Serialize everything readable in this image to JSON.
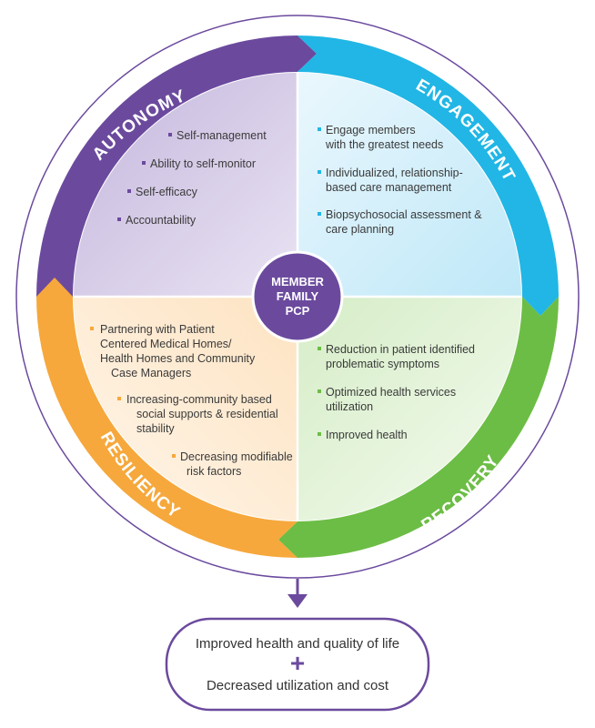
{
  "colors": {
    "autonomy": "#6b4a9e",
    "engagement": "#21b6e5",
    "recovery": "#6cbd45",
    "resiliency": "#f6a83c",
    "outline": "#6b4a9e",
    "text": "#3a3a3a"
  },
  "quadrants": {
    "autonomy": {
      "label": "AUTONOMY",
      "items": [
        "Self-management",
        "Ability to self-monitor",
        "Self-efficacy",
        "Accountability"
      ]
    },
    "engagement": {
      "label": "ENGAGEMENT",
      "items": [
        "Engage members",
        "with the greatest needs",
        "Individualized, relationship-",
        "based care management",
        "Biopsychosocial assessment &",
        "care planning"
      ]
    },
    "recovery": {
      "label": "RECOVERY",
      "items": [
        "Reduction in patient identified",
        "problematic symptoms",
        "Optimized health services",
        "utilization",
        "Improved health"
      ]
    },
    "resiliency": {
      "label": "RESILIENCY",
      "items": [
        "Partnering with Patient",
        "Centered Medical Homes/",
        "Health Homes and Community",
        "Case Managers",
        "Increasing-community based",
        "social supports & residential",
        "stability",
        "Decreasing modifiable",
        "risk factors"
      ]
    }
  },
  "center": {
    "lines": [
      "MEMBER",
      "FAMILY",
      "PCP"
    ]
  },
  "outcome": {
    "line1": "Improved health and quality of life",
    "plus": "+",
    "line2": "Decreased utilization and cost"
  }
}
